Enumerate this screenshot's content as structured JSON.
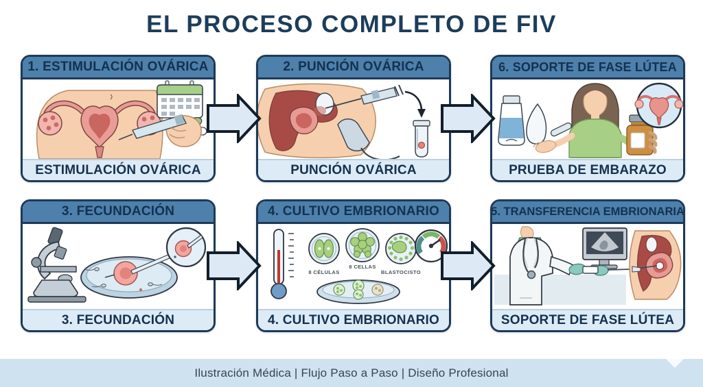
{
  "title": "EL PROCESO COMPLETO DE FIV",
  "footer": {
    "text": "Ilustración Médica | Flujo Paso a Paso | Diseño Profesional"
  },
  "colors": {
    "title": "#1c3d5a",
    "panel_header_bg": "#4d80ab",
    "panel_border": "#1d3a57",
    "caption_bg": "#dcebf6",
    "arrow_fill": "#dde9f4",
    "arrow_outline": "#131e2b",
    "footer_bg": "#cfe2f0"
  },
  "panels": [
    {
      "step": 1,
      "header": "1. ESTIMULACIÓN OVÁRICA",
      "caption": "ESTIMULACIÓN OVÁRICA",
      "illustration": "uterus-ovaries-calendar-injection-pen"
    },
    {
      "step": 2,
      "header": "2. PUNCIÓN OVÁRICA",
      "caption": "PUNCIÓN OVÁRICA",
      "illustration": "ultrasound-probe-needle-test-tube"
    },
    {
      "step": 6,
      "header": "6. SOPORTE DE FASE LÚTEA",
      "caption": "PRUEBA DE EMBARAZO",
      "illustration": "woman-medication-uterus-inset"
    },
    {
      "step": 3,
      "header": "3. FECUNDACIÓN",
      "caption": "3. FECUNDACIÓN",
      "illustration": "microscope-petri-dish-icsi"
    },
    {
      "step": 4,
      "header": "4. CULTIVO EMBRIONARIO",
      "caption": "4. CULTIVO EMBRIONARIO",
      "labels": [
        "8 CÉLULAS",
        "8 CELLAS",
        "BLASTOCISTO"
      ],
      "illustration": "thermometer-embryo-stages-gauge-dish"
    },
    {
      "step": 5,
      "header": "5. TRANSFERENCIA EMBRIONARIA",
      "caption": "SOPORTE DE FASE LÚTEA",
      "illustration": "doctor-ultrasound-embryo-transfer"
    }
  ]
}
